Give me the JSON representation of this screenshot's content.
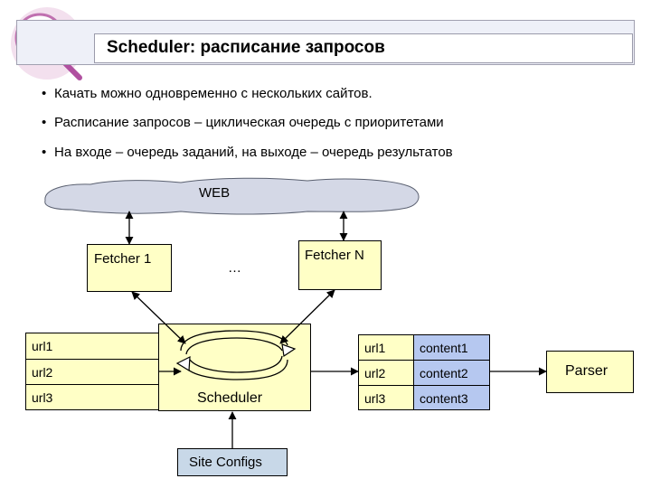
{
  "title": "Scheduler: расписание запросов",
  "bullets": [
    "Качать можно одновременно с нескольких сайтов.",
    "Расписание запросов – циклическая очередь с приоритетами",
    "На входе – очередь заданий, на выходе – очередь результатов"
  ],
  "diagram": {
    "web_label": "WEB",
    "fetcher1_label": "Fetcher 1",
    "ellipsis": "…",
    "fetcherN_label": "Fetcher N",
    "scheduler_label": "Scheduler",
    "site_configs_label": "Site Configs",
    "parser_label": "Parser",
    "input_queue": [
      "url1",
      "url2",
      "url3"
    ],
    "output_queue": [
      {
        "url": "url1",
        "content": "content1"
      },
      {
        "url": "url2",
        "content": "content2"
      },
      {
        "url": "url3",
        "content": "content3"
      }
    ]
  },
  "colors": {
    "box_fill": "#ffffc6",
    "content_fill": "#b6c8f0",
    "site_configs_fill": "#c8d8e8",
    "cloud_fill": "#d4d8e6"
  }
}
